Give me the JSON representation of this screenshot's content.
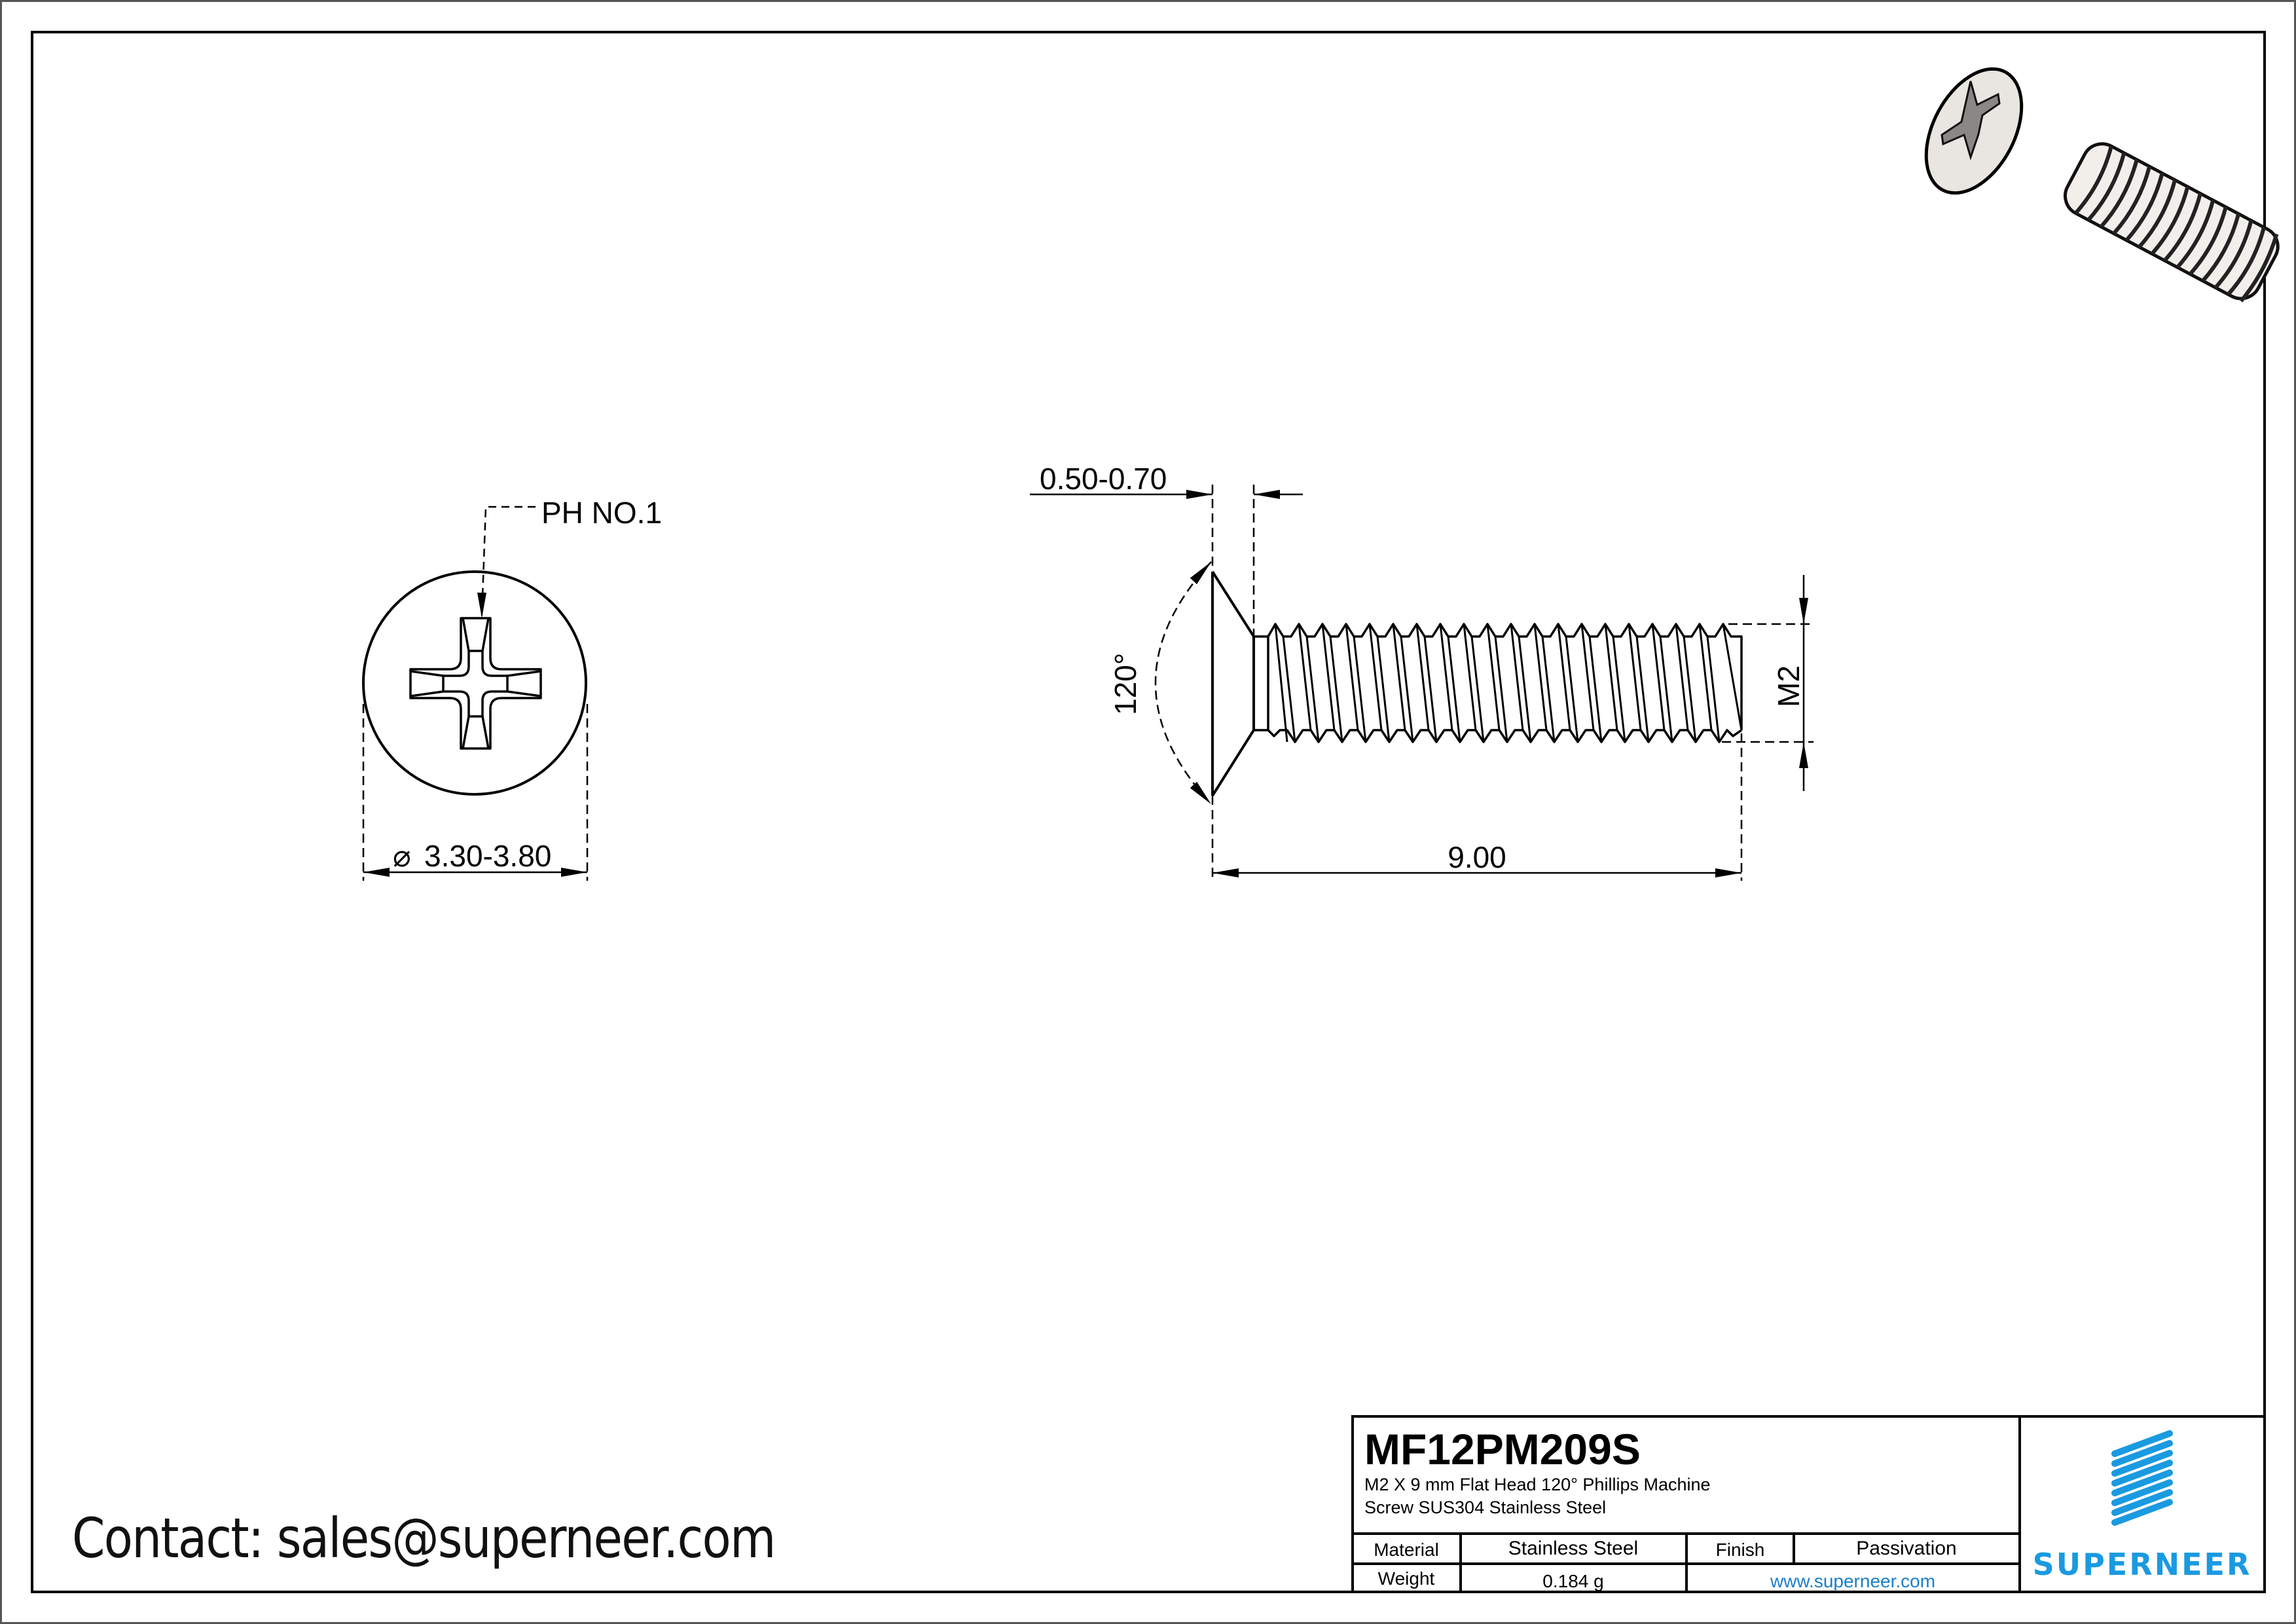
{
  "drawing": {
    "top_view": {
      "recess_callout": "PH NO.1",
      "diameter_symbol": "⌀",
      "diameter_dim": "3.30-3.80"
    },
    "side_view": {
      "head_height_dim": "0.50-0.70",
      "head_angle_dim": "120°",
      "thread_dim": "M2",
      "length_dim": "9.00"
    },
    "iso_view": {
      "label": "3D isometric render of screw"
    }
  },
  "contact": {
    "text": "Contact: sales@superneer.com"
  },
  "title_block": {
    "part_number": "MF12PM209S",
    "description_line1": "M2 X 9 mm  Flat Head 120° Phillips Machine",
    "description_line2": "Screw SUS304 Stainless Steel",
    "material_label": "Material",
    "material_value": "Stainless Steel",
    "finish_label": "Finish",
    "finish_value": "Passivation",
    "weight_label": "Weight",
    "weight_value": "0.184 g",
    "website": "www.superneer.com",
    "logo_text": "SUPERNEER"
  },
  "colors": {
    "line": "#000000",
    "brand_blue": "#1a9ae0",
    "link_blue": "#1a7fc8",
    "screw_fill": "#e9e6e2"
  }
}
